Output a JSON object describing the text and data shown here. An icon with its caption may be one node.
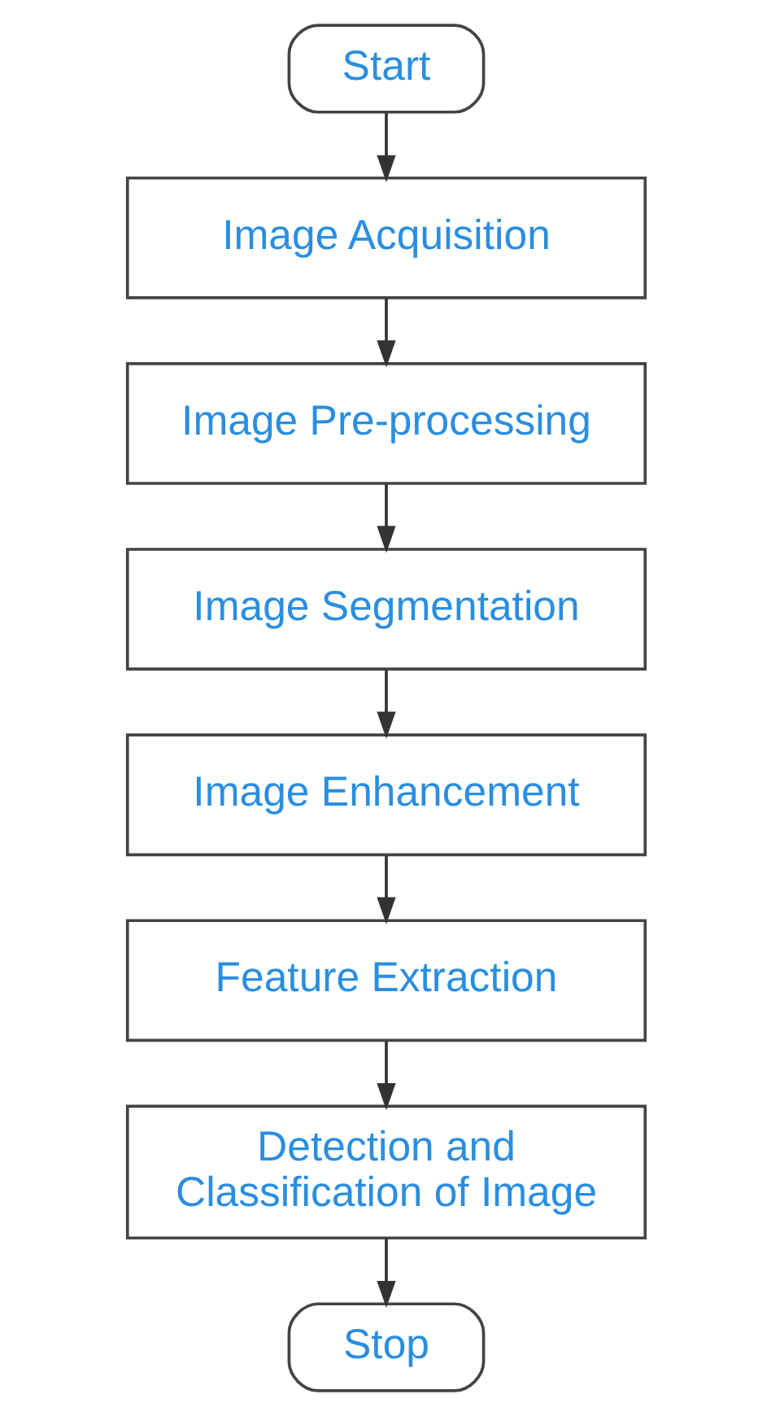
{
  "diagram": {
    "nodes": [
      {
        "text": [
          "Start"
        ]
      },
      {
        "text": [
          "Image Acquisition"
        ]
      },
      {
        "text": [
          "Image Pre-processing"
        ]
      },
      {
        "text": [
          "Image Segmentation"
        ]
      },
      {
        "text": [
          "Image Enhancement"
        ]
      },
      {
        "text": [
          "Feature Extraction"
        ]
      },
      {
        "text": [
          "Detection and Classification of Image"
        ]
      },
      {
        "text": [
          "Stop"
        ]
      }
    ],
    "edges": [
      {
        "from": 0,
        "to": 1,
        "arrow": "to"
      },
      {
        "from": 1,
        "to": 2,
        "arrow": "to"
      },
      {
        "from": 2,
        "to": 3,
        "arrow": "to"
      },
      {
        "from": 3,
        "to": 4,
        "arrow": "to"
      },
      {
        "from": 4,
        "to": 5,
        "arrow": "to"
      },
      {
        "from": 5,
        "to": 6,
        "arrow": "to"
      },
      {
        "from": 6,
        "to": 7,
        "arrow": "to"
      }
    ]
  }
}
